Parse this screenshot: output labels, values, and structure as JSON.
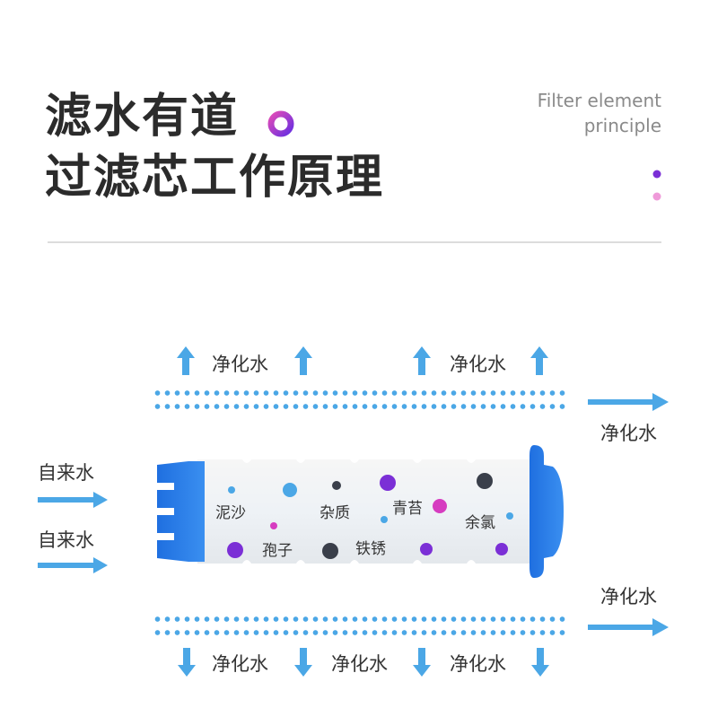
{
  "header": {
    "title_line1": "滤水有道",
    "title_line2": "过滤芯工作原理",
    "subtitle_en_line1": "Filter element",
    "subtitle_en_line2": "principle"
  },
  "labels": {
    "purified": "净化水",
    "tap_water": "自来水"
  },
  "impurities": [
    "泥沙",
    "杂质",
    "青苔",
    "余氯",
    "孢子",
    "铁锈"
  ],
  "colors": {
    "arrow_blue": "#4ba7e6",
    "cartridge_blue": "#2a80e8",
    "purple": "#7b2fd6",
    "magenta": "#d63cc0",
    "dark_dot": "#3a3f4a",
    "light_blue_dot": "#4ba7e6"
  }
}
